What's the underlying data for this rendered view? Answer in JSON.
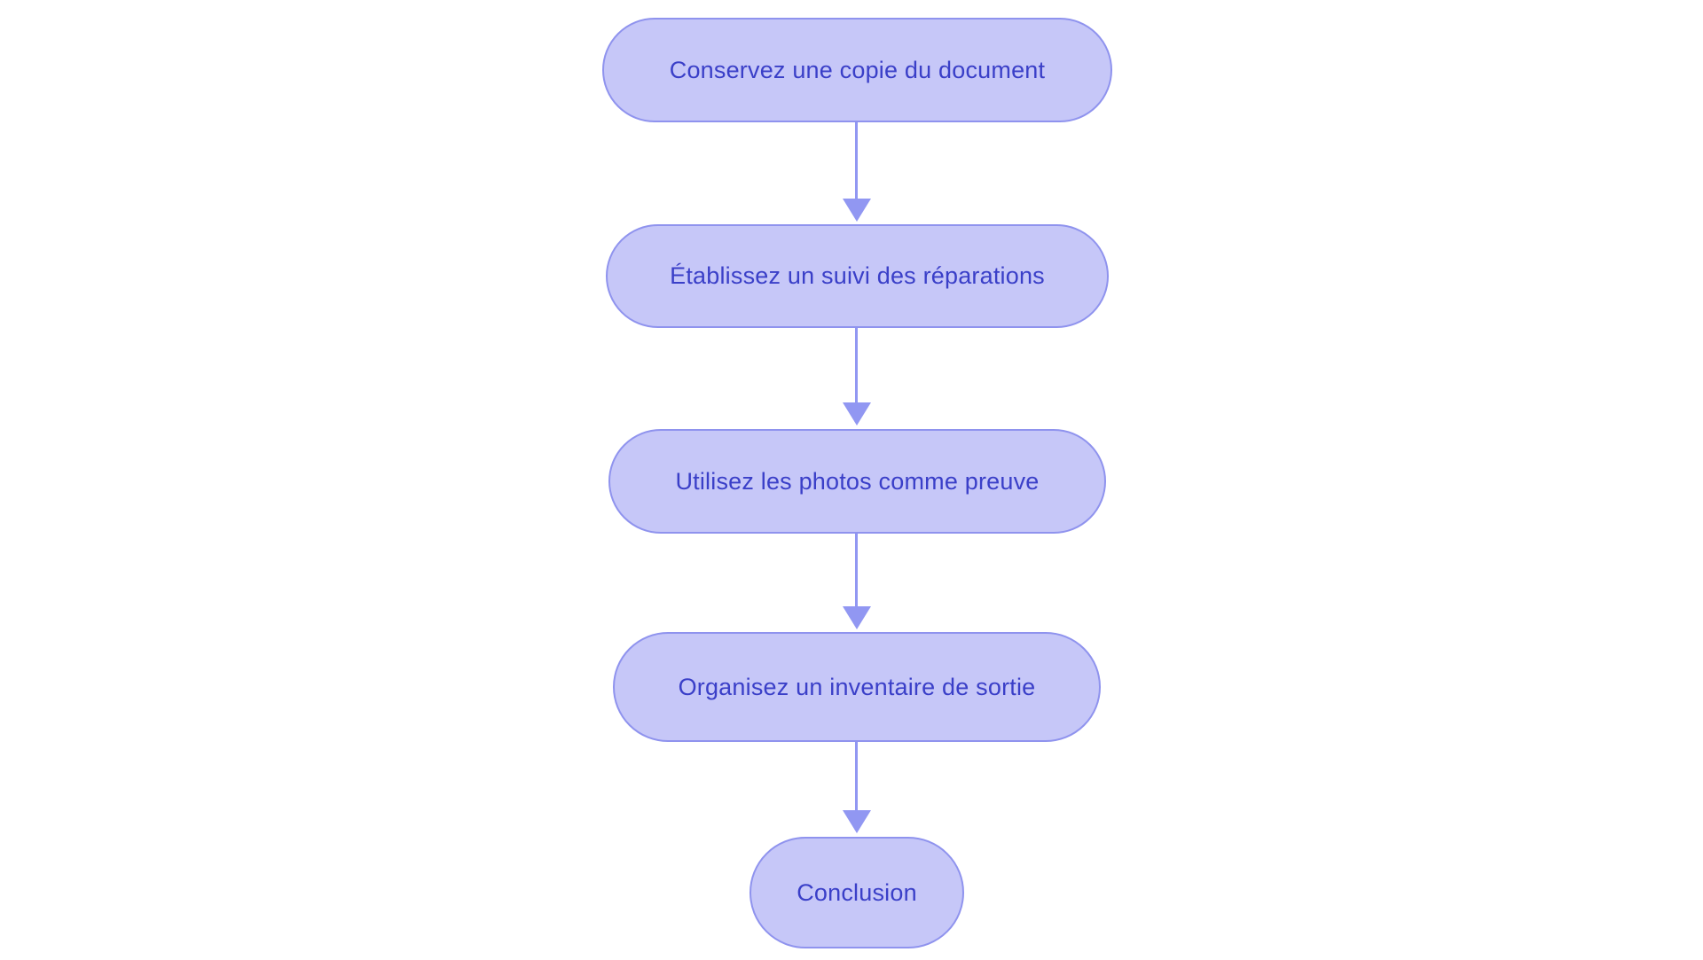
{
  "diagram": {
    "type": "flowchart",
    "direction": "top-down",
    "colors": {
      "background": "#ffffff",
      "node_fill": "#c6c7f8",
      "node_border": "#8f93ee",
      "text_color": "#3a3fc8",
      "arrow_color": "#9197f2"
    },
    "nodes": [
      {
        "id": "n1",
        "label": "Conservez une copie du document",
        "shape": "stadium"
      },
      {
        "id": "n2",
        "label": "Établissez un suivi des réparations",
        "shape": "stadium"
      },
      {
        "id": "n3",
        "label": "Utilisez les photos comme preuve",
        "shape": "stadium"
      },
      {
        "id": "n4",
        "label": "Organisez un inventaire de sortie",
        "shape": "stadium"
      },
      {
        "id": "n5",
        "label": "Conclusion",
        "shape": "stadium"
      }
    ],
    "edges": [
      {
        "from": "n1",
        "to": "n2",
        "style": "arrow"
      },
      {
        "from": "n2",
        "to": "n3",
        "style": "arrow"
      },
      {
        "from": "n3",
        "to": "n4",
        "style": "arrow"
      },
      {
        "from": "n4",
        "to": "n5",
        "style": "arrow"
      }
    ]
  }
}
